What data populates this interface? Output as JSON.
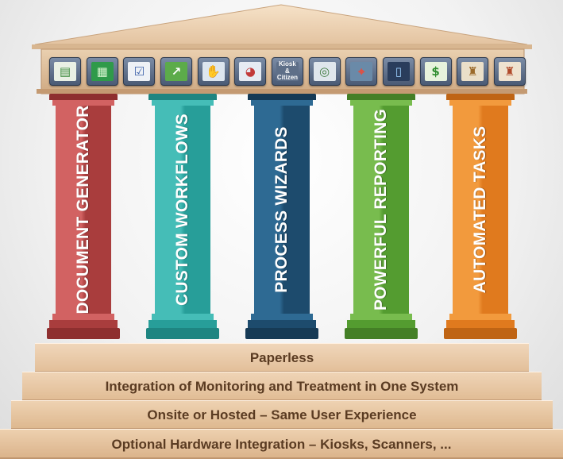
{
  "colors": {
    "pediment": "#e6c6a2",
    "steps": "#e8c7a4",
    "step_text": "#5a3b22"
  },
  "icons": [
    {
      "name": "document-form-icon",
      "glyph": "▤",
      "bg": "#e9f0e4",
      "fg": "#3d8b3d"
    },
    {
      "name": "keypad-grid-icon",
      "glyph": "▦",
      "bg": "#2f9a4a",
      "fg": "#d8f5d0"
    },
    {
      "name": "checklist-icon",
      "glyph": "☑",
      "bg": "#eef1f6",
      "fg": "#3a5fa8"
    },
    {
      "name": "growth-chart-icon",
      "glyph": "↗",
      "bg": "#5cab4a",
      "fg": "#ffffff"
    },
    {
      "name": "handshake-icon",
      "glyph": "✋",
      "bg": "#dde6ef",
      "fg": "#3b5d8c"
    },
    {
      "name": "pie-chart-icon",
      "glyph": "◕",
      "bg": "#e6ebf3",
      "fg": "#c23a3a"
    },
    {
      "name": "kiosk-icon",
      "glyph": "Kiosk & Citizen",
      "bg": "#5e6f88",
      "fg": "#ffffff",
      "small": true
    },
    {
      "name": "fingerprint-icon",
      "glyph": "◎",
      "bg": "#dfe6ec",
      "fg": "#3f7a3f"
    },
    {
      "name": "map-pin-icon",
      "glyph": "⌖",
      "bg": "#6a8aa8",
      "fg": "#e94c3c"
    },
    {
      "name": "mobile-phone-icon",
      "glyph": "▯",
      "bg": "#2a3d5c",
      "fg": "#9ed0ff"
    },
    {
      "name": "dollar-icon",
      "glyph": "$",
      "bg": "#e7f2dc",
      "fg": "#2f8d2f"
    },
    {
      "name": "approval-stamp-icon",
      "glyph": "♜",
      "bg": "#eadfc9",
      "fg": "#9b6a2a"
    },
    {
      "name": "stamp-document-icon",
      "glyph": "♜",
      "bg": "#efe3d0",
      "fg": "#b04a2a"
    }
  ],
  "pillars": [
    {
      "label": "DOCUMENT GENERATOR",
      "light": "#d26262",
      "dark": "#a93d3d",
      "deep": "#8e2f2f"
    },
    {
      "label": "CUSTOM WORKFLOWS",
      "light": "#45bdb7",
      "dark": "#279e99",
      "deep": "#1e8581"
    },
    {
      "label": "PROCESS WIZARDS",
      "light": "#2e6a93",
      "dark": "#1d4b6d",
      "deep": "#163a55"
    },
    {
      "label": "POWERFUL REPORTING",
      "light": "#78bc4e",
      "dark": "#549c30",
      "deep": "#447f26"
    },
    {
      "label": "AUTOMATED TASKS",
      "light": "#f29a3d",
      "dark": "#e07a1e",
      "deep": "#bf6414"
    }
  ],
  "steps": [
    "Paperless",
    "Integration of Monitoring and Treatment in One System",
    "Onsite or Hosted – Same User Experience",
    "Optional Hardware Integration – Kiosks, Scanners, ..."
  ]
}
